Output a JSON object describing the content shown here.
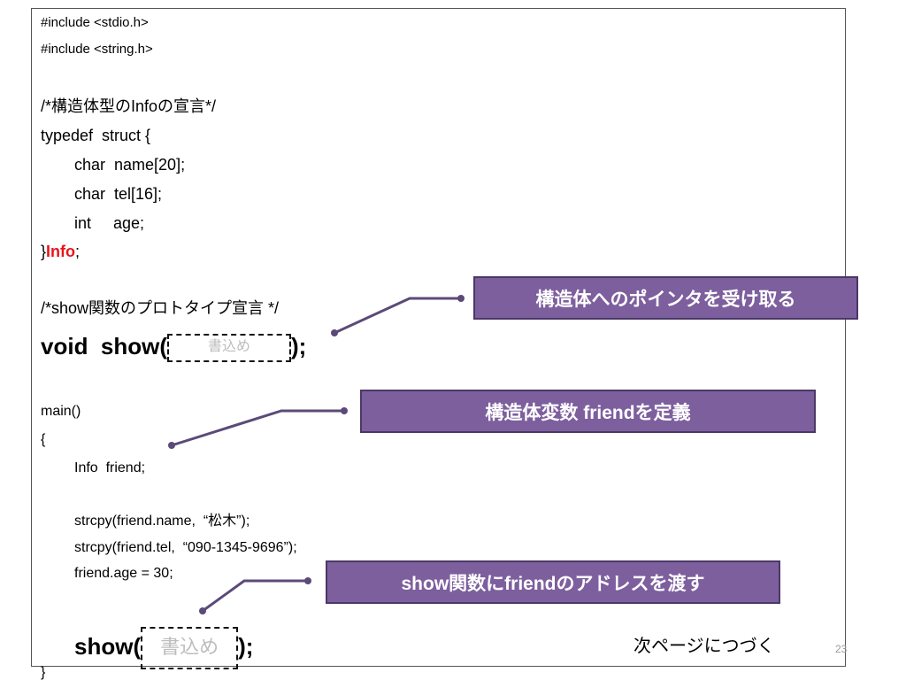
{
  "code": {
    "include1": "#include <stdio.h>",
    "include2": "#include <string.h>",
    "comment_struct": "/*構造体型のInfoの宣言*/",
    "typedef_line": "typedef  struct {",
    "field_name": "char  name[20];",
    "field_tel": "char  tel[16];",
    "field_age": "int     age;",
    "close_brace": "}",
    "type_name": "Info",
    "semicolon": ";",
    "comment_proto": "/*show関数のプロトタイプ宣言 */",
    "proto_prefix": "void  show(",
    "proto_blank": "書込め",
    "proto_suffix": ");",
    "main_line": "main()",
    "open_brace": "{",
    "decl_friend": "Info  friend;",
    "strcpy_name": "strcpy(friend.name,  “松木”);",
    "strcpy_tel": "strcpy(friend.tel,  “090-1345-9696”);",
    "age_assign": "friend.age = 30;",
    "call_prefix": "show(",
    "call_blank": "書込め",
    "call_suffix": ");",
    "last_brace": "}"
  },
  "callouts": {
    "pointer": "構造体へのポインタを受け取る",
    "define": "構造体変数   friendを定義",
    "address": "show関数にfriendのアドレスを渡す"
  },
  "footer_text": "次ページにつづく",
  "page_number": "23",
  "colors": {
    "callout_fill": "#7d5f9e",
    "callout_border": "#4a3866",
    "connector": "#5b4a78",
    "highlight": "#e8141b"
  }
}
